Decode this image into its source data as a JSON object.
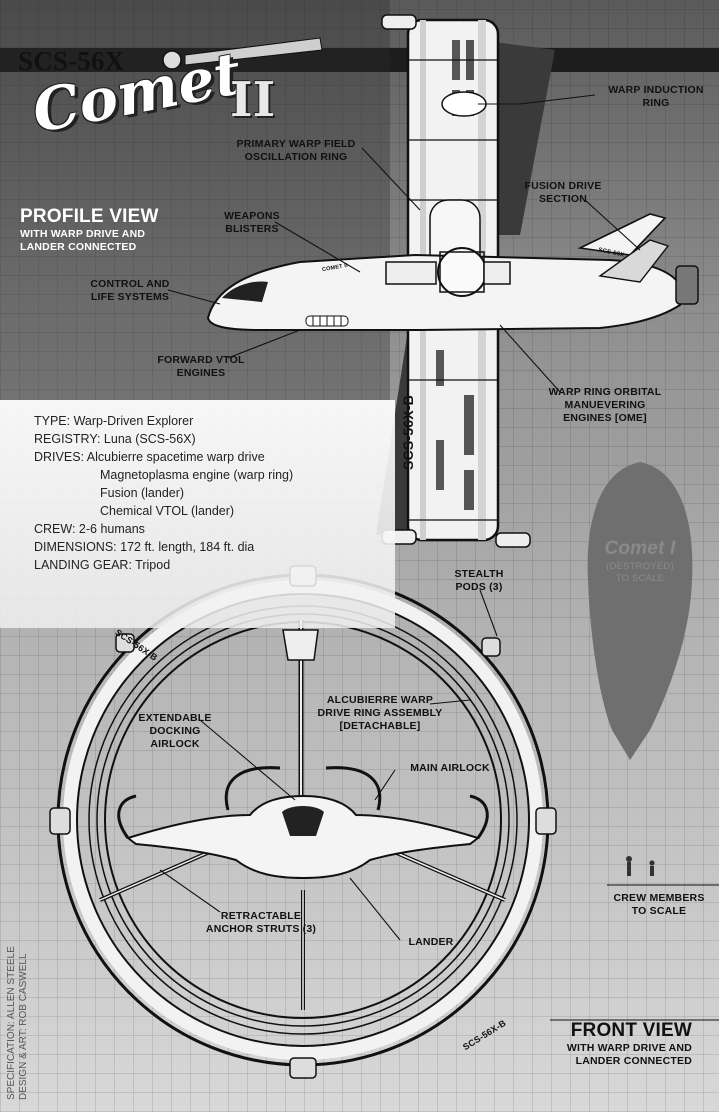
{
  "header": {
    "model": "SCS-56X",
    "name": "Comet",
    "numeral": "II"
  },
  "profile_view": {
    "title": "PROFILE VIEW",
    "subtitle_1": "WITH WARP DRIVE AND",
    "subtitle_2": "LANDER CONNECTED"
  },
  "front_view": {
    "title": "FRONT VIEW",
    "subtitle_1": "WITH WARP DRIVE AND",
    "subtitle_2": "LANDER CONNECTED"
  },
  "callouts": {
    "warp_induction_ring": [
      "WARP INDUCTION",
      "RING"
    ],
    "primary_warp": [
      "PRIMARY WARP FIELD",
      "OSCILLATION RING"
    ],
    "fusion_drive": [
      "FUSION DRIVE",
      "SECTION"
    ],
    "weapons": [
      "WEAPONS",
      "BLISTERS"
    ],
    "control": [
      "CONTROL AND",
      "LIFE SYSTEMS"
    ],
    "forward_vtol": [
      "FORWARD VTOL",
      "ENGINES"
    ],
    "ome": [
      "WARP RING ORBITAL",
      "MANUEVERING",
      "ENGINES [OME]"
    ],
    "stealth": [
      "STEALTH",
      "PODS (3)"
    ],
    "alcubierre": [
      "ALCUBIERRE WARP",
      "DRIVE RING ASSEMBLY",
      "[DETACHABLE]"
    ],
    "docking": [
      "EXTENDABLE",
      "DOCKING",
      "AIRLOCK"
    ],
    "main_airlock": [
      "MAIN AIRLOCK"
    ],
    "anchor": [
      "RETRACTABLE",
      "ANCHOR STRUTS (3)"
    ],
    "lander": [
      "LANDER"
    ],
    "crew_scale": [
      "CREW MEMBERS",
      "TO SCALE"
    ]
  },
  "comet_one": {
    "name": "Comet I",
    "status": "(DESTROYED)",
    "scale": "TO SCALE"
  },
  "hull_markings": {
    "side": "SCS-56X-B",
    "lander": "SCS-56X",
    "lander_nose": "COMET II"
  },
  "specs": {
    "type": "TYPE: Warp-Driven Explorer",
    "registry": "REGISTRY: Luna (SCS-56X)",
    "drives": "DRIVES: Alcubierre spacetime warp drive",
    "drive_2": "Magnetoplasma engine (warp ring)",
    "drive_3": "Fusion (lander)",
    "drive_4": "Chemical VTOL (lander)",
    "crew": "CREW: 2-6 humans",
    "dimensions": "DIMENSIONS: 172 ft. length, 184 ft. dia",
    "landing_gear": "LANDING GEAR: Tripod"
  },
  "credits": {
    "spec": "SPECIFICATION: Allen Steele",
    "design": "DESIGN & ART: Rob Caswell"
  }
}
